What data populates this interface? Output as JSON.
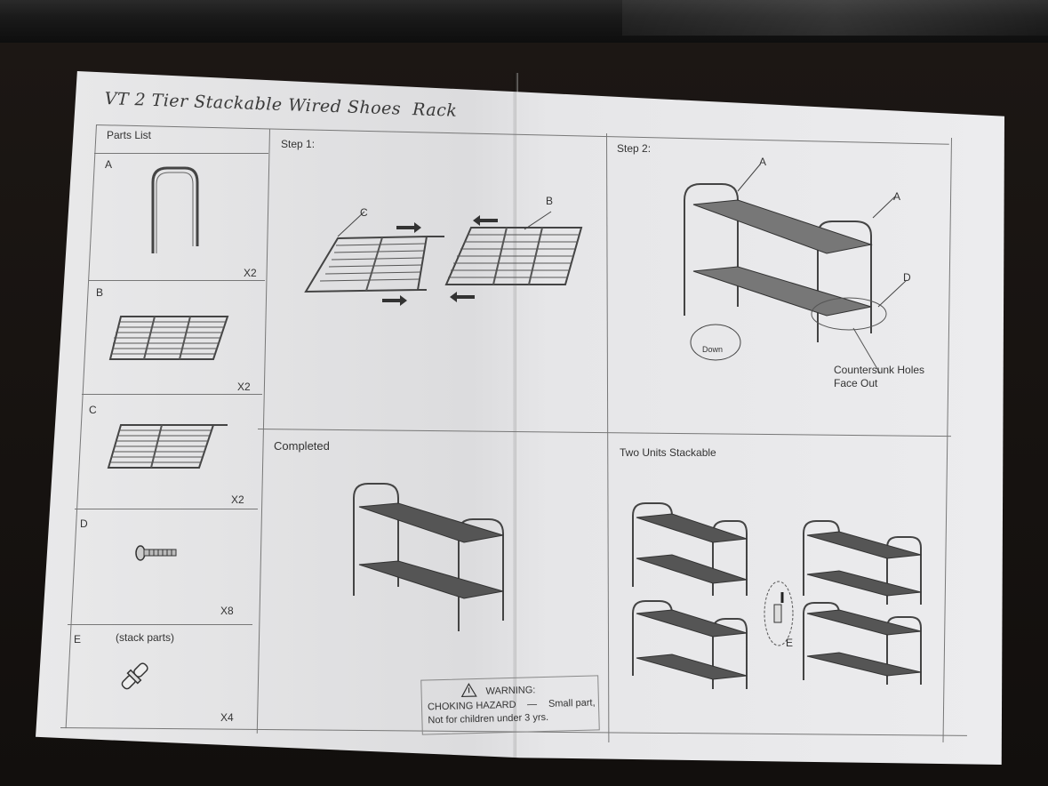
{
  "document": {
    "title": "VT 2 Tier Stackable Wired Shoes  Rack",
    "parts_list": {
      "heading": "Parts List",
      "items": [
        {
          "id": "A",
          "qty": "X2",
          "icon": "side-frame-icon"
        },
        {
          "id": "B",
          "qty": "X2",
          "icon": "wire-shelf-icon"
        },
        {
          "id": "C",
          "qty": "X2",
          "icon": "extendable-shelf-icon"
        },
        {
          "id": "D",
          "qty": "X8",
          "icon": "screw-icon"
        },
        {
          "id": "E",
          "note": "(stack parts)",
          "qty": "X4",
          "icon": "stack-connector-icon"
        }
      ]
    },
    "step1": {
      "heading": "Step 1:",
      "labels": [
        "C",
        "B"
      ]
    },
    "step2": {
      "heading": "Step 2:",
      "labels": [
        "A",
        "A",
        "D"
      ],
      "callout_down": "Down",
      "callout_note_line1": "Countersunk Holes",
      "callout_note_line2": "Face Out"
    },
    "completed": {
      "heading": "Completed"
    },
    "stackable": {
      "heading": "Two Units Stackable",
      "label": "E"
    },
    "warning": {
      "title": "WARNING:",
      "hazard": "CHOKING HAZARD",
      "dash": "—",
      "small_part": "Small part,",
      "age_note": "Not for children under 3 yrs."
    }
  }
}
